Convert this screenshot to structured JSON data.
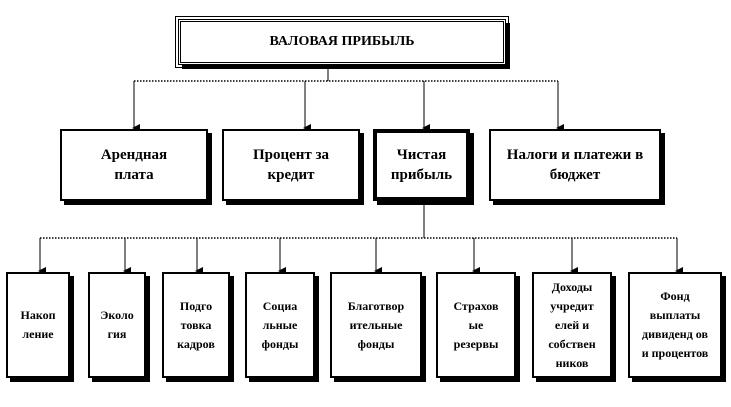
{
  "root": {
    "label": "ВАЛОВАЯ ПРИБЫЛЬ"
  },
  "level1": [
    {
      "id": "rent",
      "label": "Арендная плата"
    },
    {
      "id": "interest",
      "label": "Процент за кредит"
    },
    {
      "id": "net-profit",
      "label": "Чистая прибыль"
    },
    {
      "id": "taxes",
      "label": "Налоги и платежи в бюджет"
    }
  ],
  "level2": [
    {
      "id": "accumulation",
      "label": "Накоп ление"
    },
    {
      "id": "ecology",
      "label": "Эколо гия"
    },
    {
      "id": "training",
      "label": "Подго товка кадров"
    },
    {
      "id": "social",
      "label": "Социа льные фонды"
    },
    {
      "id": "charity",
      "label": "Благотвор ительные фонды"
    },
    {
      "id": "insurance",
      "label": "Страхов ые резервы"
    },
    {
      "id": "founders",
      "label": "Доходы учредит елей и собствен ников"
    },
    {
      "id": "dividends",
      "label": "Фонд выплаты дивиденд ов и процентов"
    }
  ]
}
